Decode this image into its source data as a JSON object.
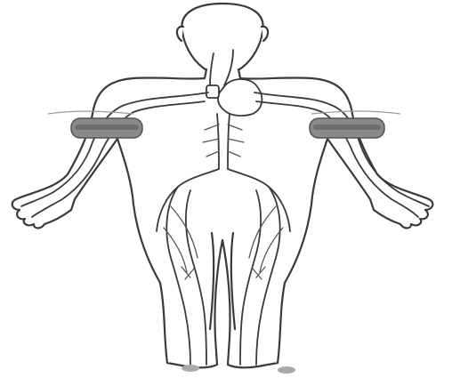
{
  "figure": {
    "subject": "human-body-circulatory-system-outline",
    "colors": {
      "line": "#3a3a3a",
      "cuff": "#8a8a8a",
      "cuff_dark": "#6e6e6e",
      "foot_mark": "#a9a9a9",
      "background": "#ffffff"
    },
    "cuffs": [
      {
        "name": "left-arm-cuff"
      },
      {
        "name": "right-arm-cuff"
      }
    ]
  }
}
